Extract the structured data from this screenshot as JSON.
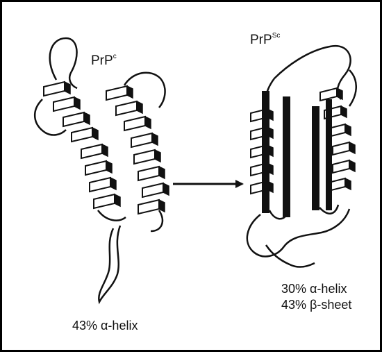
{
  "figure": {
    "left_structure": {
      "name_base": "PrP",
      "name_superscript": "c",
      "composition": [
        "43% α-helix"
      ]
    },
    "right_structure": {
      "name_base": "PrP",
      "name_superscript": "Sc",
      "composition": [
        "30% α-helix",
        "43% β-sheet"
      ]
    },
    "colors": {
      "ink": "#111111",
      "paper": "#ffffff",
      "frame": "#000000"
    },
    "icons": {
      "conversion": "arrow-right-icon",
      "left": "helix-ribbon-icon",
      "right": "beta-sheet-ribbon-icon"
    }
  }
}
